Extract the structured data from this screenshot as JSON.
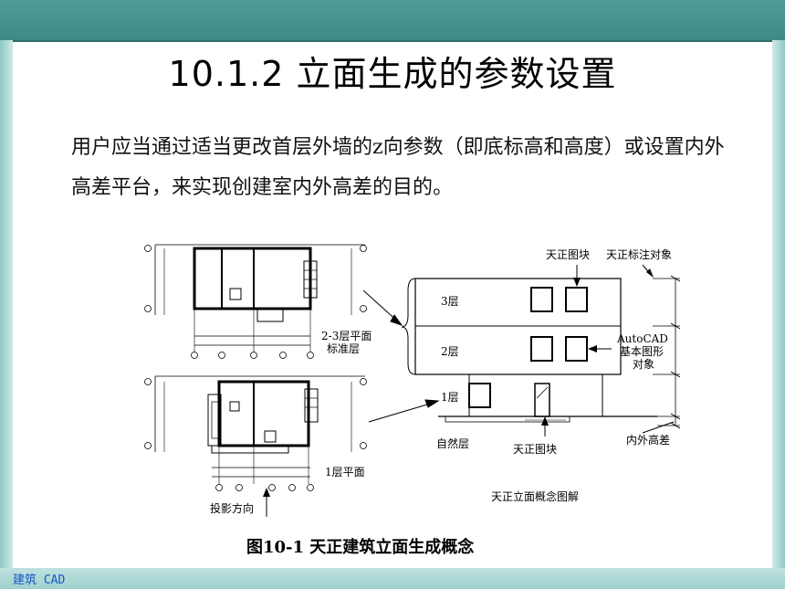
{
  "header": {
    "title": "10.1.2 立面生成的参数设置"
  },
  "body": {
    "paragraph": "用户应当通过适当更改首层外墙的z向参数（即底标高和高度）或设置内外高差平台，来实现创建室内外高差的目的。"
  },
  "figure": {
    "caption": "图10-1   天正建筑立面生成概念",
    "labels": {
      "std_floor": "2-3层平面",
      "std_floor2": "标准层",
      "first_floor_plan": "1层平面",
      "projection_dir": "投影方向",
      "tz_block_top": "天正图块",
      "tz_annotation": "天正标注对象",
      "floor3": "3层",
      "floor2": "2层",
      "floor1": "1层",
      "autocad1": "AutoCAD",
      "autocad2": "基本图形",
      "autocad3": "对象",
      "natural_layer": "自然层",
      "tz_block_bottom": "天正图块",
      "inout_height": "内外高差",
      "concept": "天正立面概念图解"
    }
  },
  "footer": {
    "text": "建筑 CAD"
  },
  "colors": {
    "band": "#3d8a86",
    "frame": "#8ec9c6",
    "footer_text": "#1a54c9"
  }
}
